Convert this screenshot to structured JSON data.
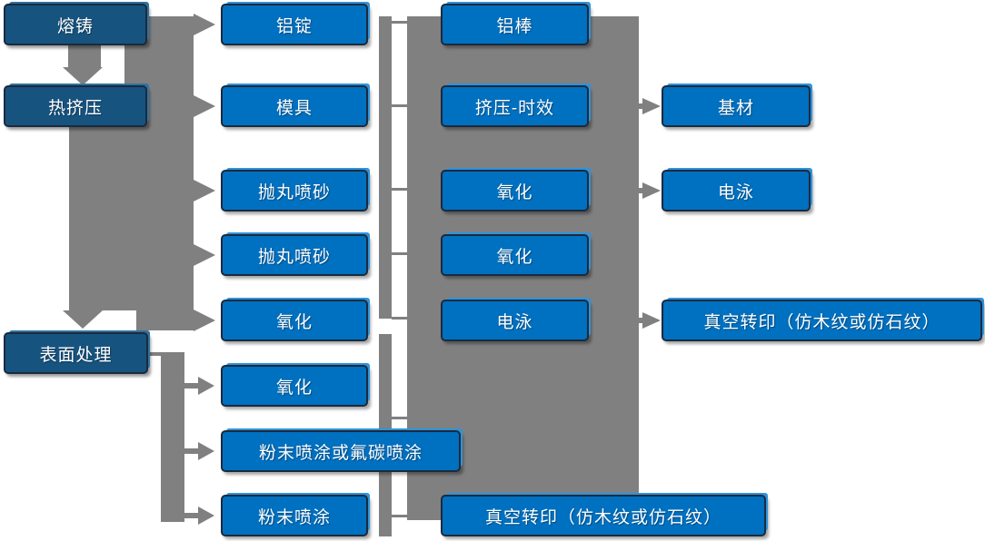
{
  "colors": {
    "box_blue": "#0070C0",
    "box_blue_shadow": "#2E93DB",
    "box_dark_blue": "#17537F",
    "box_dark_shadow": "#2F719F",
    "box_border": "#1B2A3C",
    "connector_gray": "#808080",
    "text_color": "#FFFFFF",
    "canvas_bg": "#FFFFFF"
  },
  "diagram": {
    "type": "flowchart",
    "columns": {
      "stage_column": [
        "melt_casting",
        "hot_extrusion",
        "surface_treatment"
      ],
      "process_column_1": [
        "aluminum_ingot",
        "mold",
        "shot_blast_1",
        "shot_blast_2",
        "oxidation_a",
        "oxidation_b",
        "powder_or_fluorocarbon",
        "powder_coating"
      ],
      "process_column_2": [
        "aluminum_rod",
        "extrusion_aging",
        "oxidation_c",
        "oxidation_d",
        "electrophoresis_a",
        "vacuum_transfer_a"
      ],
      "output_column": [
        "base_material",
        "electrophoresis_b",
        "vacuum_transfer_b"
      ]
    },
    "edges": [
      {
        "from": "melt_casting",
        "to": "hot_extrusion",
        "style": "arrow"
      },
      {
        "from": "hot_extrusion",
        "to": "surface_treatment",
        "style": "arrow"
      },
      {
        "from": "melt_casting",
        "to": "aluminum_ingot",
        "style": "arrow"
      },
      {
        "from": "hot_extrusion",
        "to": "mold",
        "style": "arrow"
      },
      {
        "from": "hot_extrusion",
        "to": "shot_blast_1",
        "style": "arrow"
      },
      {
        "from": "hot_extrusion",
        "to": "shot_blast_2",
        "style": "arrow"
      },
      {
        "from": "hot_extrusion",
        "to": "oxidation_a",
        "style": "arrow"
      },
      {
        "from": "surface_treatment",
        "to": "oxidation_b",
        "style": "arrow"
      },
      {
        "from": "surface_treatment",
        "to": "powder_or_fluorocarbon",
        "style": "arrow"
      },
      {
        "from": "surface_treatment",
        "to": "powder_coating",
        "style": "arrow"
      },
      {
        "from": "aluminum_ingot",
        "to": "aluminum_rod",
        "style": "line"
      },
      {
        "from": "mold",
        "to": "extrusion_aging",
        "style": "line"
      },
      {
        "from": "shot_blast_1",
        "to": "oxidation_c",
        "style": "line"
      },
      {
        "from": "shot_blast_2",
        "to": "oxidation_d",
        "style": "line"
      },
      {
        "from": "oxidation_a",
        "to": "electrophoresis_a",
        "style": "line"
      },
      {
        "from": "powder_coating",
        "to": "vacuum_transfer_a",
        "style": "line"
      },
      {
        "from": "extrusion_aging",
        "to": "base_material",
        "style": "arrow"
      },
      {
        "from": "oxidation_c",
        "to": "electrophoresis_b",
        "style": "arrow"
      },
      {
        "from": "electrophoresis_a",
        "to": "vacuum_transfer_b",
        "style": "arrow"
      }
    ]
  },
  "nodes": {
    "melt_casting": "熔铸",
    "hot_extrusion": "热挤压",
    "surface_treatment": "表面处理",
    "aluminum_ingot": "铝锭",
    "mold": "模具",
    "shot_blast_1": "抛丸喷砂",
    "shot_blast_2": "抛丸喷砂",
    "oxidation_a": "氧化",
    "oxidation_b": "氧化",
    "powder_or_fluorocarbon": "粉末喷涂或氟碳喷涂",
    "powder_coating": "粉末喷涂",
    "aluminum_rod": "铝棒",
    "extrusion_aging": "挤压-时效",
    "oxidation_c": "氧化",
    "oxidation_d": "氧化",
    "electrophoresis_a": "电泳",
    "vacuum_transfer_a": "真空转印（仿木纹或仿石纹）",
    "base_material": "基材",
    "electrophoresis_b": "电泳",
    "vacuum_transfer_b": "真空转印（仿木纹或仿石纹）"
  }
}
